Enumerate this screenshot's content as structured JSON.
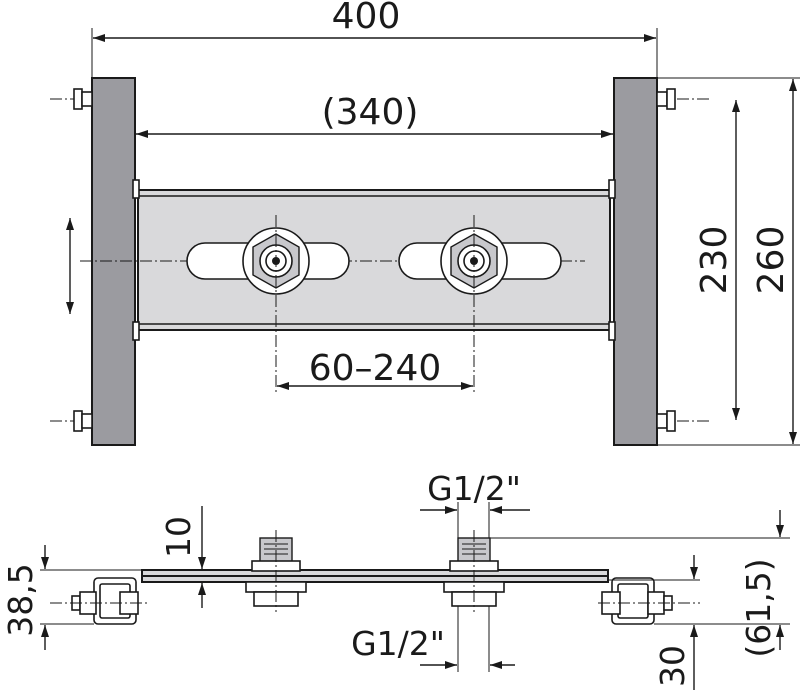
{
  "front_view": {
    "overall_width": "400",
    "inner_width": "(340)",
    "outlet_spacing": "60–240",
    "fixing_height": "230",
    "overall_height": "260"
  },
  "side_view": {
    "thread_top": "G1/2\"",
    "thread_bottom": "G1/2\"",
    "plate_offset": "10",
    "depth_left": "38,5",
    "depth_right": "(61,5)",
    "depth_bottom": "30"
  },
  "colors": {
    "post": "#9b9ba0",
    "plate": "#d9d9db",
    "line": "#1a1a1a"
  }
}
